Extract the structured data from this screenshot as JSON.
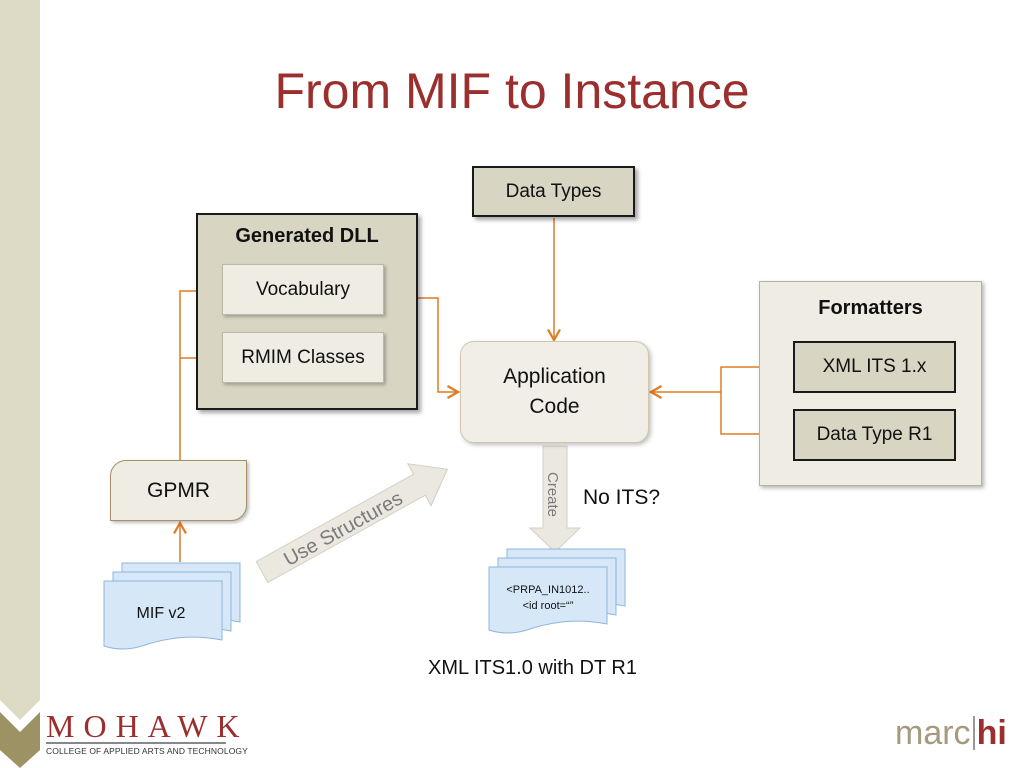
{
  "slide": {
    "title": "From MIF to Instance"
  },
  "diagram": {
    "data_types": "Data Types",
    "generated_dll": {
      "title": "Generated DLL",
      "items": [
        "Vocabulary",
        "RMIM Classes"
      ]
    },
    "application_code": {
      "line1": "Application",
      "line2": "Code"
    },
    "formatters": {
      "title": "Formatters",
      "items": [
        "XML ITS 1.x",
        "Data Type R1"
      ]
    },
    "gpmr": "GPMR",
    "mif_doc": "MIF v2",
    "use_structures_arrow": "Use Structures",
    "create_arrow": "Create",
    "no_its": "No ITS?",
    "xml_doc": {
      "line1": "<PRPA_IN1012..",
      "line2": "<id root=“”"
    },
    "xml_caption": "XML ITS1.0 with DT R1"
  },
  "colors": {
    "title": "#9b2f2e",
    "connector": "#e07b24",
    "sidebar": "#dddac5",
    "doc_blue": "#d6e8f8"
  },
  "footer": {
    "mohawk_name": "MOHAWK",
    "mohawk_sub": "COLLEGE OF APPLIED ARTS AND TECHNOLOGY",
    "marchi_left": "marc",
    "marchi_right": "hi"
  }
}
